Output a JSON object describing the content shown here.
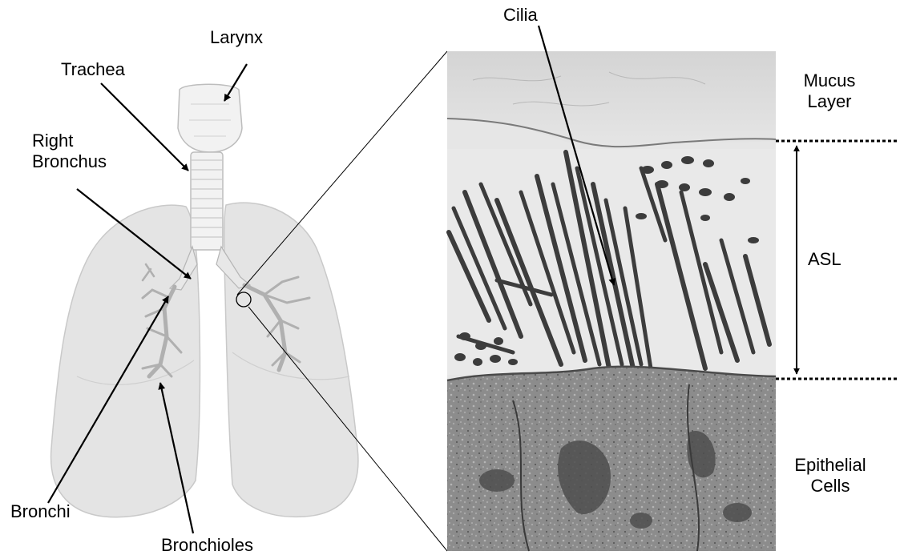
{
  "anatomy_labels": {
    "larynx": "Larynx",
    "trachea": "Trachea",
    "right_bronchus": [
      "Right",
      "Bronchus"
    ],
    "bronchi": "Bronchi",
    "bronchioles": "Bronchioles"
  },
  "micrograph_labels": {
    "cilia": "Cilia",
    "mucus_layer": [
      "Mucus",
      "Layer"
    ],
    "asl": "ASL",
    "epithelial_cells": [
      "Epithelial",
      "Cells"
    ]
  },
  "colors": {
    "text": "#000000",
    "arrow": "#000000",
    "lung_fill": "#e6e6e6",
    "airway_fill": "#f0f0f0",
    "mucus_fill": "#dcdcdc",
    "asl_fill": "#e8e8e8",
    "cell_fill": "#8c8c8c",
    "cilia_fill": "#3c3c3c"
  },
  "icons": {
    "arrow": "arrow-icon",
    "zoom_circle": "zoom-circle-icon",
    "measurement": "double-arrow-icon"
  }
}
